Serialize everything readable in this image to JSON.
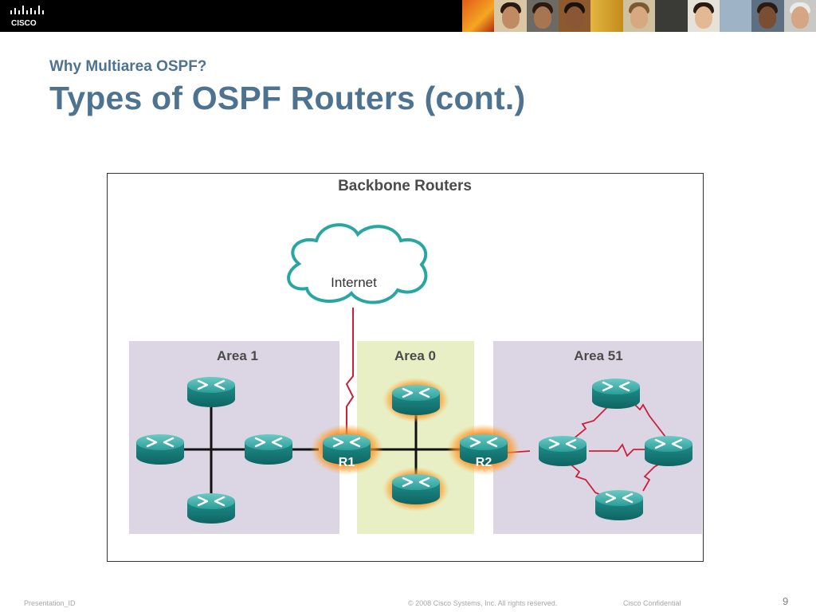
{
  "header": {
    "logo_text": "CISCO",
    "photo_count": 11
  },
  "slide": {
    "subtitle": "Why Multiarea OSPF?",
    "title": "Types of OSPF Routers (cont.)"
  },
  "diagram": {
    "heading": "Backbone Routers",
    "cloud_label": "Internet",
    "areas": [
      {
        "id": "area1",
        "label": "Area 1",
        "fill": "#dcd6e4"
      },
      {
        "id": "area0",
        "label": "Area 0",
        "fill": "#e8efc4"
      },
      {
        "id": "area51",
        "label": "Area 51",
        "fill": "#dcd6e4"
      }
    ],
    "routers": {
      "r1": "R1",
      "r2": "R2"
    },
    "colors": {
      "router_body": "#1a8a88",
      "router_top": "#4fb6b2",
      "highlight": "#ff7a00",
      "serial_link": "#cc1f3b",
      "cloud_stroke": "#2aa6a1"
    }
  },
  "footer": {
    "presentation_id": "Presentation_ID",
    "copyright": "© 2008 Cisco Systems, Inc. All rights reserved.",
    "confidential": "Cisco Confidential",
    "page_number": "9"
  }
}
